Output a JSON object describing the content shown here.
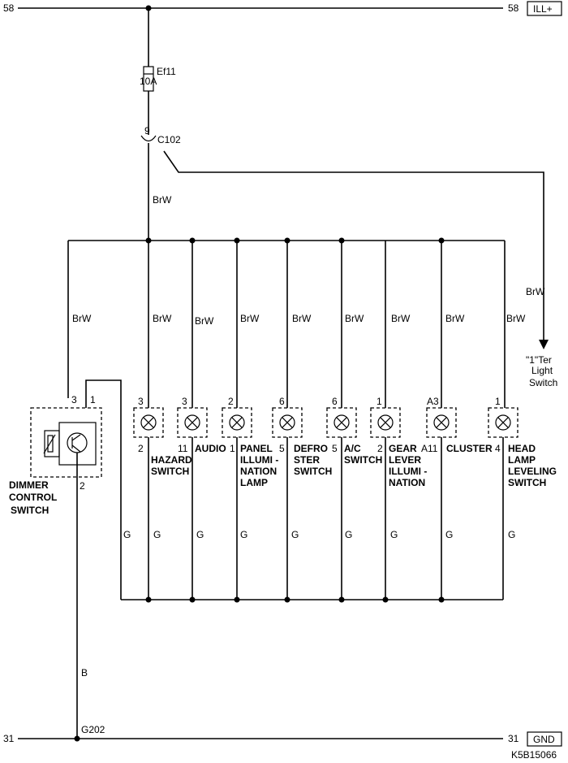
{
  "rails": {
    "top": {
      "left_num": "58",
      "right_num": "58",
      "tag": "ILL+"
    },
    "bottom": {
      "left_num": "31",
      "right_num": "31",
      "tag": "GND"
    }
  },
  "fuse": {
    "name": "Ef11",
    "rating": "10A"
  },
  "connector": {
    "pin": "9",
    "name": "C102"
  },
  "ground_point": "G202",
  "wire_colors": {
    "brw": "BrW",
    "g": "G",
    "b": "B"
  },
  "light_switch": {
    "line1": "\"1\"Ter",
    "line2": "Light",
    "line3": "Switch"
  },
  "dimmer": {
    "pin_top_left": "3",
    "pin_top_right": "1",
    "pin_bottom": "2",
    "label": [
      "DIMMER",
      "CONTROL",
      "SWITCH"
    ]
  },
  "lamps": [
    {
      "pin_top": "3",
      "pin_bottom": "2",
      "label": [
        "HAZARD",
        "SWITCH"
      ]
    },
    {
      "pin_top": "3",
      "pin_bottom": "11",
      "label": [
        "AUDIO"
      ]
    },
    {
      "pin_top": "2",
      "pin_bottom": "1",
      "label": [
        "PANEL",
        "ILLUMI -",
        "NATION",
        "LAMP"
      ]
    },
    {
      "pin_top": "6",
      "pin_bottom": "5",
      "label": [
        "DEFRO",
        "STER",
        "SWITCH"
      ]
    },
    {
      "pin_top": "6",
      "pin_bottom": "5",
      "label": [
        "A/C",
        "SWITCH"
      ]
    },
    {
      "pin_top": "1",
      "pin_bottom": "2",
      "label": [
        "GEAR",
        "LEVER",
        "ILLUMI -",
        "NATION"
      ]
    },
    {
      "pin_top": "A3",
      "pin_bottom": "A11",
      "label": [
        "CLUSTER"
      ]
    },
    {
      "pin_top": "1",
      "pin_bottom": "4",
      "label": [
        "HEAD",
        "LAMP",
        "LEVELING",
        "SWITCH"
      ]
    }
  ],
  "diagram_id": "K5B15066"
}
